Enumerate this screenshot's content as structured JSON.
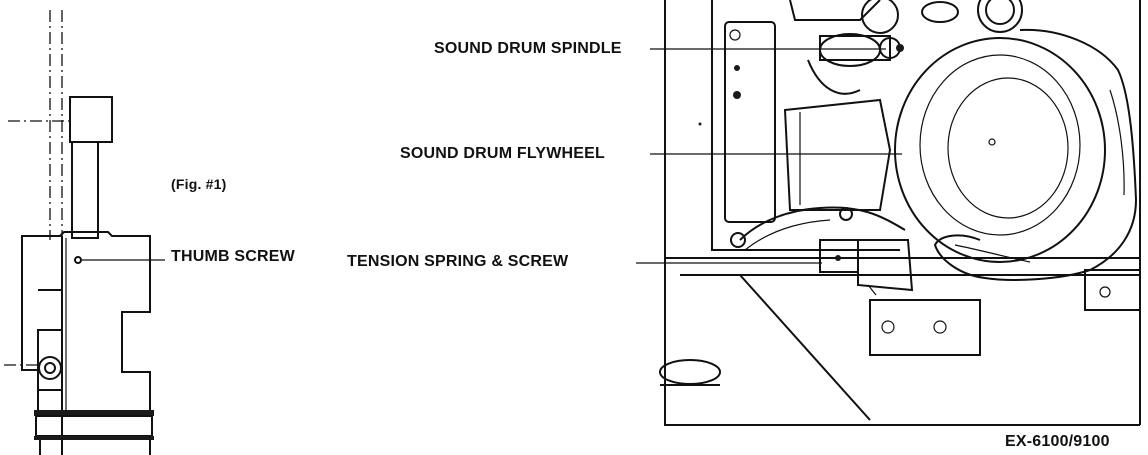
{
  "figure_caption": "(Fig. #1)",
  "labels": {
    "thumb_screw": "THUMB SCREW",
    "sound_drum_spindle": "SOUND DRUM SPINDLE",
    "sound_drum_flywheel": "SOUND DRUM FLYWHEEL",
    "tension_spring_screw": "TENSION SPRING & SCREW"
  },
  "model_number": "EX-6100/9100"
}
